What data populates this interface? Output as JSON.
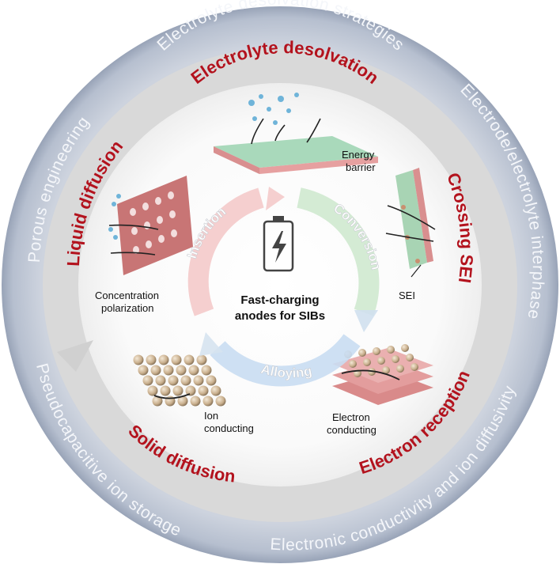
{
  "outer_strategies": {
    "top": "Electrolyte desolvation strategies",
    "right": "Electrode/electrolyte interphase",
    "bottom": "Electronic conductivity and ion diffusivity",
    "bottom_left": "Pseudocapacitive ion storage",
    "left": "Porous engineering"
  },
  "processes": {
    "desolvation": "Electrolyte desolvation",
    "crossing_sei": "Crossing SEI",
    "electron_reception": "Electron reception",
    "solid_diffusion": "Solid diffusion",
    "liquid_diffusion": "Liquid diffusion"
  },
  "annotations": {
    "energy_barrier_1": "Energy",
    "energy_barrier_2": "barrier",
    "sei": "SEI",
    "electron_conducting_1": "Electron",
    "electron_conducting_2": "conducting",
    "ion_conducting_1": "Ion",
    "ion_conducting_2": "conducting",
    "concentration_1": "Concentration",
    "concentration_2": "polarization"
  },
  "center": {
    "line1": "Fast-charging",
    "line2": "anodes for SIBs",
    "icon": "battery-charging-icon"
  },
  "mechanisms": {
    "insertion": "Insertion",
    "conversion": "Conversion",
    "alloying": "Alloying"
  },
  "colors": {
    "red_text": "#b3121d",
    "outer_ring": "#c2c9d6",
    "gray_band": "#d6d6d6",
    "insertion": "#f3c7c7",
    "conversion": "#cfe9cf",
    "alloying": "#c9ddf2"
  }
}
